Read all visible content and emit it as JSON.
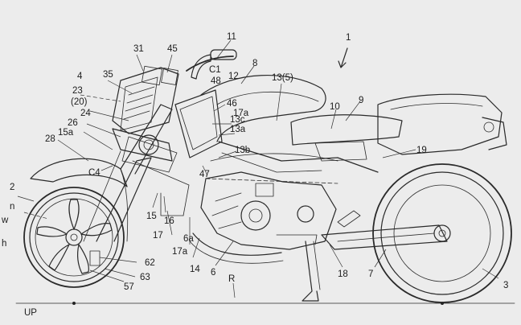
{
  "labels": {
    "l1": "1",
    "l2": "2",
    "l3": "3",
    "l4": "4",
    "l6": "6",
    "l6a": "6a",
    "l7": "7",
    "l8": "8",
    "l9": "9",
    "l10": "10",
    "l11": "11",
    "l12": "12",
    "l13_5": "13(5)",
    "l13a": "13a",
    "l13b": "13b",
    "l13c": "13c",
    "l14": "14",
    "l15": "15",
    "l15a": "15a",
    "l16": "16",
    "l17": "17",
    "l17a": "17a",
    "l17a2": "17a",
    "l18": "18",
    "l19": "19",
    "l20": "(20)",
    "l23": "23",
    "l24": "24",
    "l26": "26",
    "l28": "28",
    "l31": "31",
    "l35": "35",
    "l45": "45",
    "l46": "46",
    "l47": "47",
    "l48": "48",
    "l57": "57",
    "l62": "62",
    "l63": "63",
    "lc1": "C1",
    "lc4": "C4",
    "ln": "n",
    "lw": "w",
    "lh": "h",
    "lR": "R",
    "lUP": "UP"
  }
}
